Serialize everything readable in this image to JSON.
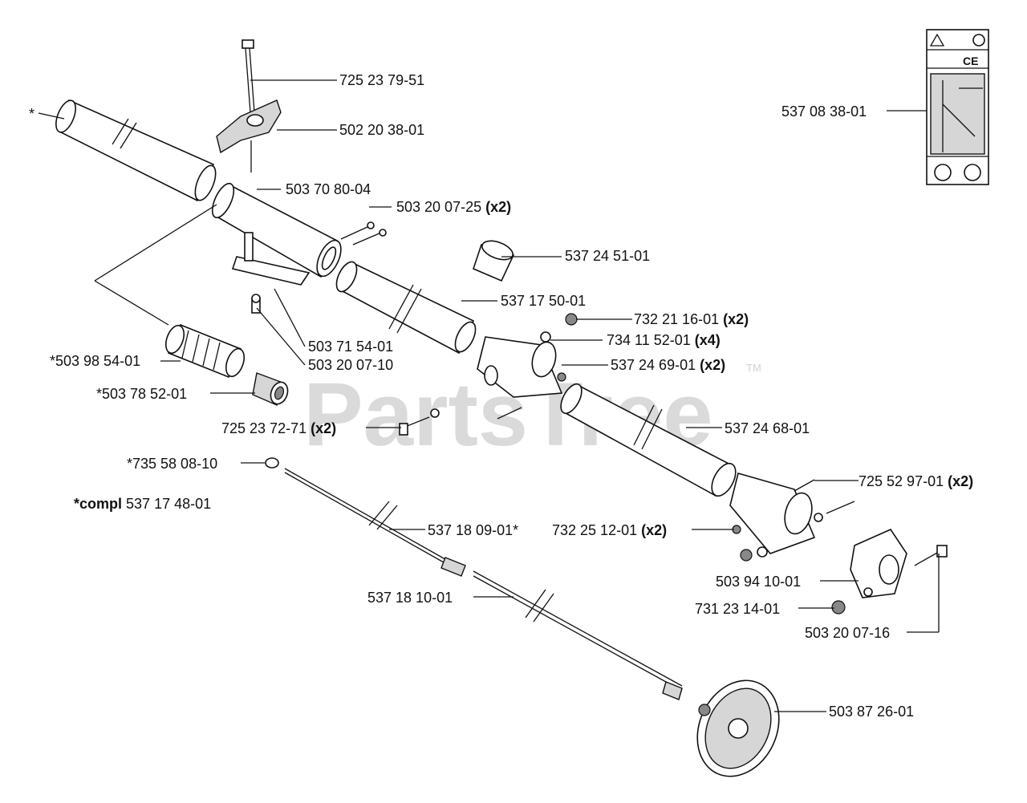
{
  "watermark": {
    "text": "PartsTree",
    "tm": "TM"
  },
  "labels": [
    {
      "id": "p1",
      "part": "725 23 79-51",
      "qty": ""
    },
    {
      "id": "p2",
      "part": "502 20 38-01",
      "qty": ""
    },
    {
      "id": "p3",
      "part": "503 70 80-04",
      "qty": ""
    },
    {
      "id": "p4",
      "part": "503 20 07-25",
      "qty": "(x2)"
    },
    {
      "id": "p5",
      "part": "537 24 51-01",
      "qty": ""
    },
    {
      "id": "p6",
      "part": "537 17 50-01",
      "qty": ""
    },
    {
      "id": "p7",
      "part": "732 21 16-01",
      "qty": "(x2)"
    },
    {
      "id": "p8",
      "part": "734 11 52-01",
      "qty": "(x4)"
    },
    {
      "id": "p9",
      "part": "537 24 69-01",
      "qty": "(x2)"
    },
    {
      "id": "p10",
      "part": "503 71 54-01",
      "qty": ""
    },
    {
      "id": "p11",
      "part": "503 20 07-10",
      "qty": ""
    },
    {
      "id": "p12",
      "part": "*503 98 54-01",
      "qty": ""
    },
    {
      "id": "p13",
      "part": "*503 78 52-01",
      "qty": ""
    },
    {
      "id": "p14",
      "part": "725 23 72-71",
      "qty": "(x2)"
    },
    {
      "id": "p15",
      "part": "537 24 68-01",
      "qty": ""
    },
    {
      "id": "p16",
      "part": "*735 58 08-10",
      "qty": ""
    },
    {
      "id": "p17",
      "part": "537 17 48-01",
      "qty": "",
      "prefix": "*compl"
    },
    {
      "id": "p18",
      "part": "537 18 09-01*",
      "qty": ""
    },
    {
      "id": "p19",
      "part": "732 25 12-01",
      "qty": "(x2)"
    },
    {
      "id": "p20",
      "part": "725 52 97-01",
      "qty": "(x2)"
    },
    {
      "id": "p21",
      "part": "503 94 10-01",
      "qty": ""
    },
    {
      "id": "p22",
      "part": "731 23 14-01",
      "qty": ""
    },
    {
      "id": "p23",
      "part": "503 20 07-16",
      "qty": ""
    },
    {
      "id": "p24",
      "part": "537 18 10-01",
      "qty": ""
    },
    {
      "id": "p25",
      "part": "503 87 26-01",
      "qty": ""
    },
    {
      "id": "p26",
      "part": "537 08 38-01",
      "qty": ""
    },
    {
      "id": "p27",
      "part": "*",
      "qty": ""
    }
  ],
  "decal": {
    "ce_mark": "CE"
  }
}
